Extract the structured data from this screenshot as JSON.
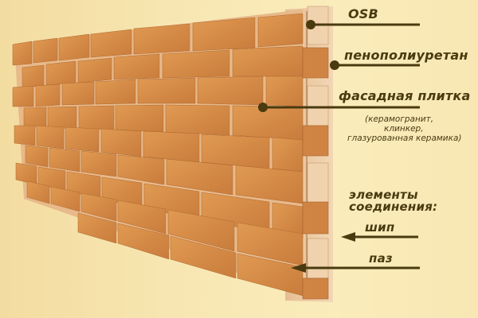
{
  "diagram": {
    "subject": "facade thermal panel (brick-look)",
    "colors": {
      "background": "#f7e6b1",
      "brick": "#d9914a",
      "brick_dark": "#b9723a",
      "mortar": "#e8b98a",
      "osb": "#e8c199",
      "foam": "#f1d6b5",
      "leader": "#4a3a10"
    },
    "labels": {
      "osb": "OSB",
      "foam": "пенополиуретан",
      "tile": "фасадная плитка",
      "tile_note_1": "(керамогранит,",
      "tile_note_2": "клинкер,",
      "tile_note_3": "глазурованная керамика)",
      "joints_1": "элементы",
      "joints_2": "соединения:",
      "tongue": "шип",
      "groove": "паз"
    }
  }
}
